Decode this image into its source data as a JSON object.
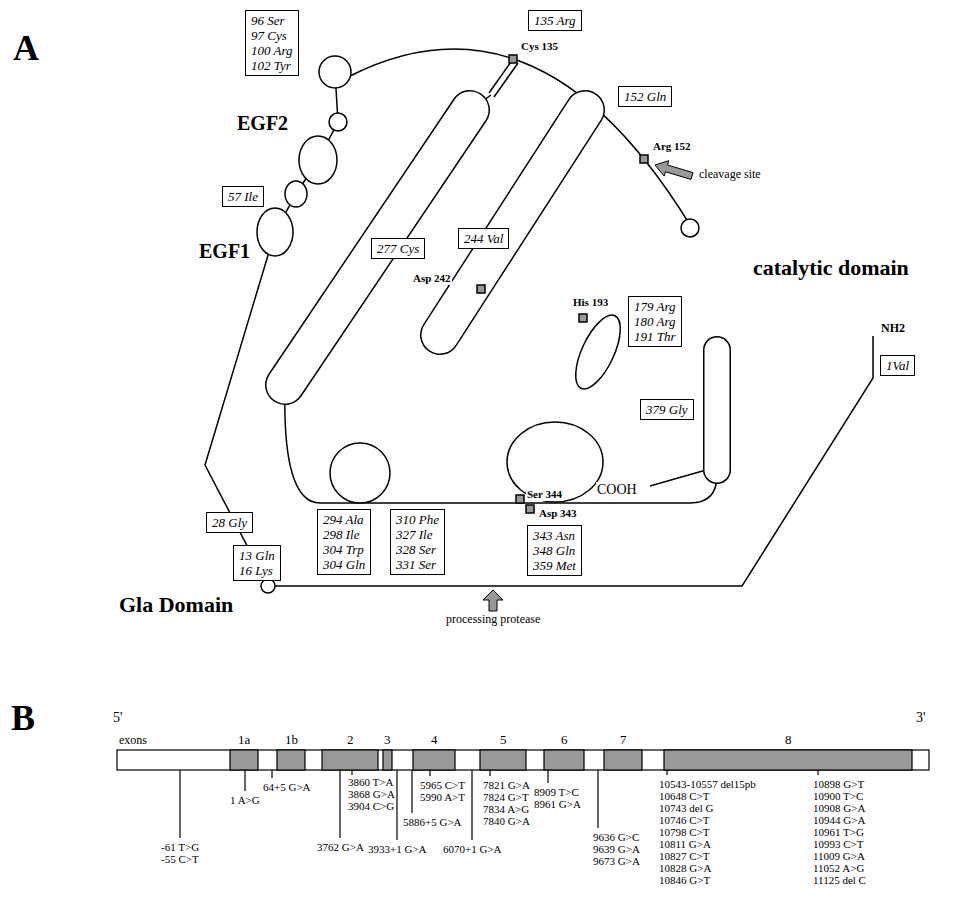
{
  "diagram": {
    "nodes": [
      {
        "text": [
          "96 Ser",
          "97 Cys",
          "100 Arg",
          "102 Tyr"
        ]
      },
      {
        "text": [
          "135 Arg"
        ]
      },
      {
        "text": [
          "152 Gln"
        ]
      },
      {
        "text": [
          "57 Ile"
        ]
      },
      {
        "text": [
          "244 Val"
        ]
      },
      {
        "text": [
          "277 Cys"
        ]
      },
      {
        "text": [
          "179 Arg",
          "180 Arg",
          "191 Thr"
        ]
      },
      {
        "text": [
          "1Val"
        ]
      },
      {
        "text": [
          "379 Gly"
        ]
      },
      {
        "text": [
          "294 Ala",
          "298 Ile",
          "304 Trp",
          "304 Gln"
        ]
      },
      {
        "text": [
          "310 Phe",
          "327 Ile",
          "328 Ser",
          "331 Ser"
        ]
      },
      {
        "text": [
          "28 Gly"
        ]
      },
      {
        "text": [
          "343 Asn",
          "348 Gln",
          "359 Met"
        ]
      },
      {
        "text": [
          "13 Gln",
          "16 Lys"
        ]
      }
    ],
    "labels": [
      "A",
      "EGF2",
      "EGF1",
      "Cys 135",
      "Arg 152",
      "cleavage site",
      "catalytic domain",
      "NH2",
      "Asp 242",
      "His 193",
      "Ser 344",
      "Asp 343",
      "COOH",
      "Gla Domain",
      "processing protease",
      "B",
      "5'",
      "3'",
      "exons",
      "1a",
      "1b",
      "2",
      "3",
      "4",
      "5",
      "6",
      "7",
      "8",
      "-61 T>G",
      "-55 C>T",
      "1 A>G",
      "64+5 G>A",
      "3762 G>A",
      "3860 T>A",
      "3868 G>A",
      "3904 C>G",
      "3933+1 G>A",
      "5886+5 G>A",
      "5965 C>T",
      "5990 A>T",
      "6070+1 G>A",
      "7821 G>A",
      "7824 G>T",
      "7834 A>G",
      "7840 G>A",
      "8909 T>C",
      "8961 G>A",
      "9636 G>C",
      "9639 G>A",
      "9673 G>A",
      "10543-10557 del15pb",
      "10648 C>T",
      "10743 del G",
      "10746 C>T",
      "10798 C>T",
      "10811 G>A",
      "10827 C>T",
      "10828 G>A",
      "10846 G>T",
      "10898 G>T",
      "10900 T>C",
      "10908 G>A",
      "10944 G>A",
      "10961 T>G",
      "10993 C>T",
      "11009 G>A",
      "11052 A>G",
      "11125 del C"
    ]
  }
}
